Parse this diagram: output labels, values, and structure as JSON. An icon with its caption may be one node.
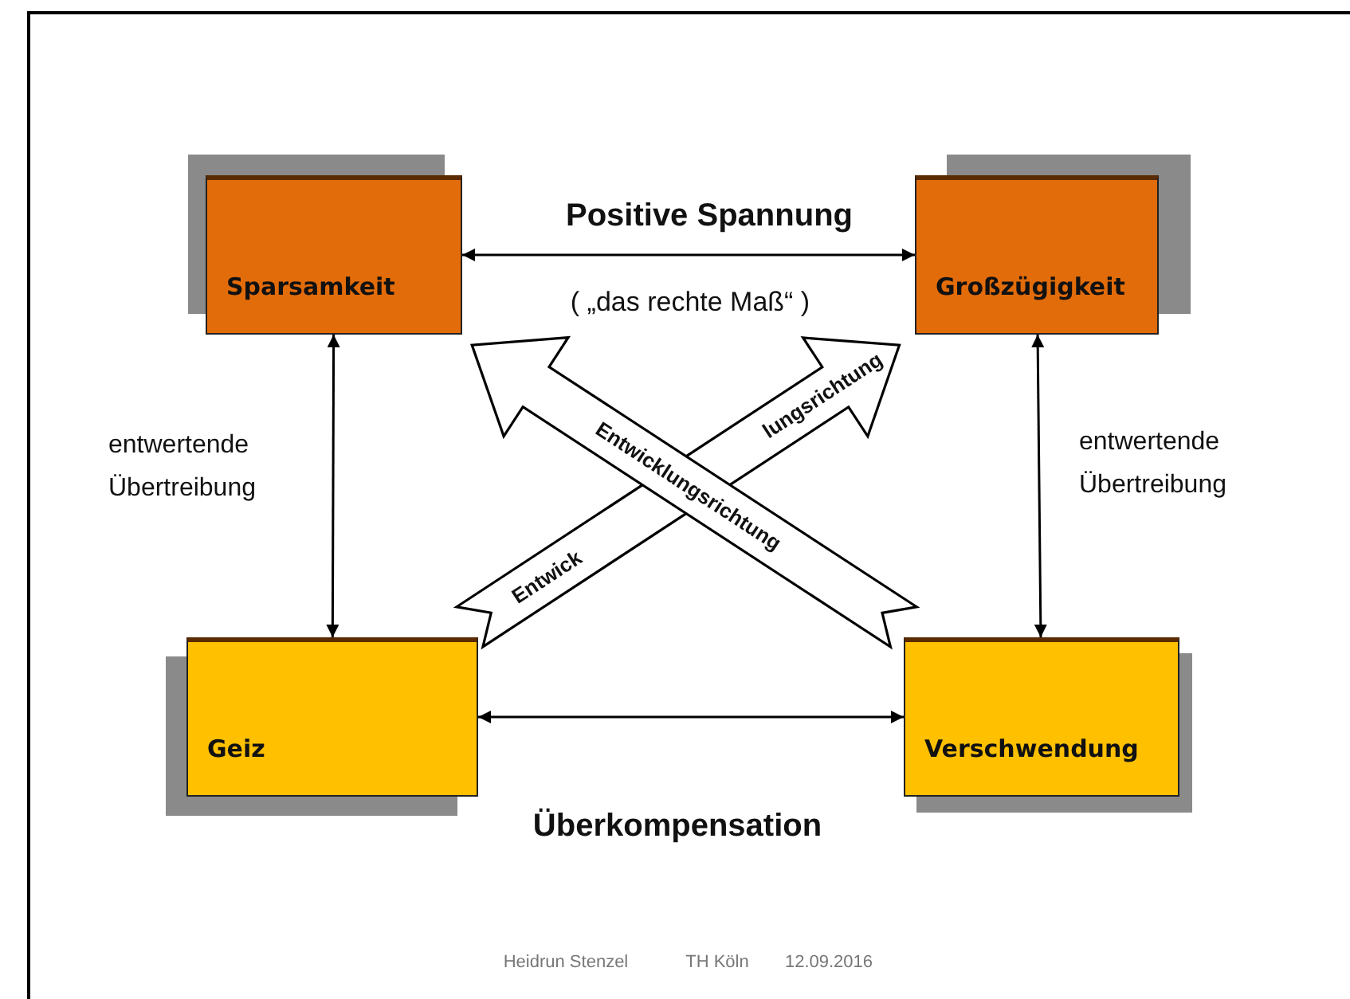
{
  "diagram": {
    "nodes": [
      {
        "text": [
          "Sparsamkeit"
        ]
      },
      {
        "text": [
          "Großzügigkeit"
        ]
      },
      {
        "text": [
          "Geiz"
        ]
      },
      {
        "text": [
          "Verschwendung"
        ]
      }
    ],
    "edges": [
      {
        "from": 0,
        "to": 1,
        "arrow": "both"
      },
      {
        "from": 0,
        "to": 2,
        "arrow": "both"
      },
      {
        "from": 1,
        "to": 3,
        "arrow": "both"
      },
      {
        "from": 2,
        "to": 3,
        "arrow": "both"
      },
      {
        "from": 2,
        "to": 1,
        "arrow": "to",
        "style": "thick"
      },
      {
        "from": 3,
        "to": 0,
        "arrow": "to",
        "style": "thick",
        "label": "Entwicklungsrichtung"
      }
    ],
    "labels": [
      "Positive Spannung",
      "( „das rechte Maß“ )",
      "entwertende Übertreibung",
      "entwertende Übertreibung",
      "Überkompensation",
      "Entwick",
      "lungsrichtung",
      "Heidrun Stenzel",
      "TH Köln",
      "12.09.2016"
    ]
  }
}
